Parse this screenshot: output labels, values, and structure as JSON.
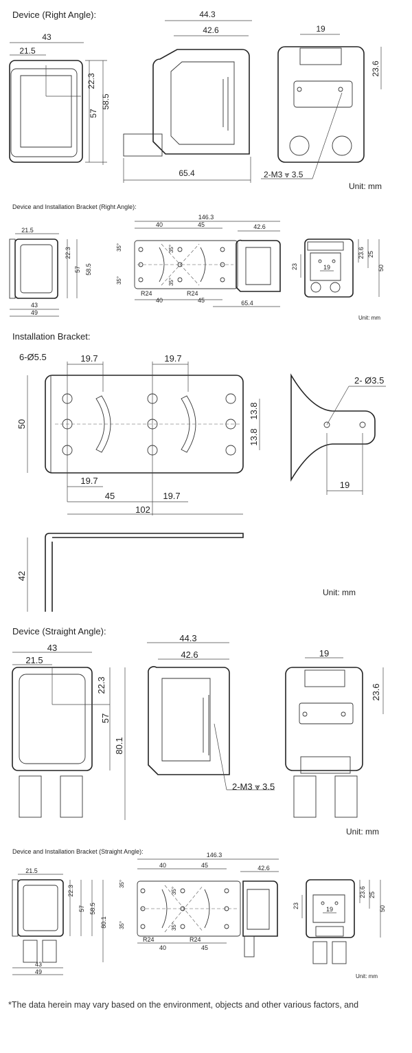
{
  "sections": {
    "right_angle": {
      "title": "Device (Right Angle):",
      "unit": "Unit: mm"
    },
    "right_bracket": {
      "title": "Device and Installation Bracket (Right Angle):",
      "unit": "Unit: mm"
    },
    "bracket": {
      "title": "Installation Bracket:",
      "unit": "Unit: mm"
    },
    "straight_angle": {
      "title": "Device (Straight Angle):",
      "unit": "Unit: mm"
    },
    "straight_bracket": {
      "title": "Device and Installation Bracket (Straight Angle):",
      "unit": "Unit: mm"
    }
  },
  "dims": {
    "d43": "43",
    "d21_5": "21.5",
    "d22_3": "22.3",
    "d57": "57",
    "d58_5": "58.5",
    "d44_3": "44.3",
    "d42_6": "42.6",
    "d65_4": "65.4",
    "d19": "19",
    "d23_6": "23.6",
    "d2m3": "2-M3 ⩔ 3.5",
    "d146_3": "146.3",
    "d40": "40",
    "d45": "45",
    "d35": "35°",
    "dR24": "R24",
    "d49": "49",
    "d25": "25",
    "d50": "50",
    "d23": "23",
    "d6holes": "6-Ø5.5",
    "d19_7": "19.7",
    "d13_8": "13.8",
    "d102": "102",
    "d2holes": "2- Ø3.5",
    "d42": "42",
    "d80_1": "80.1"
  },
  "footnote": "*The data herein may vary based on the environment, objects and other various factors, and"
}
